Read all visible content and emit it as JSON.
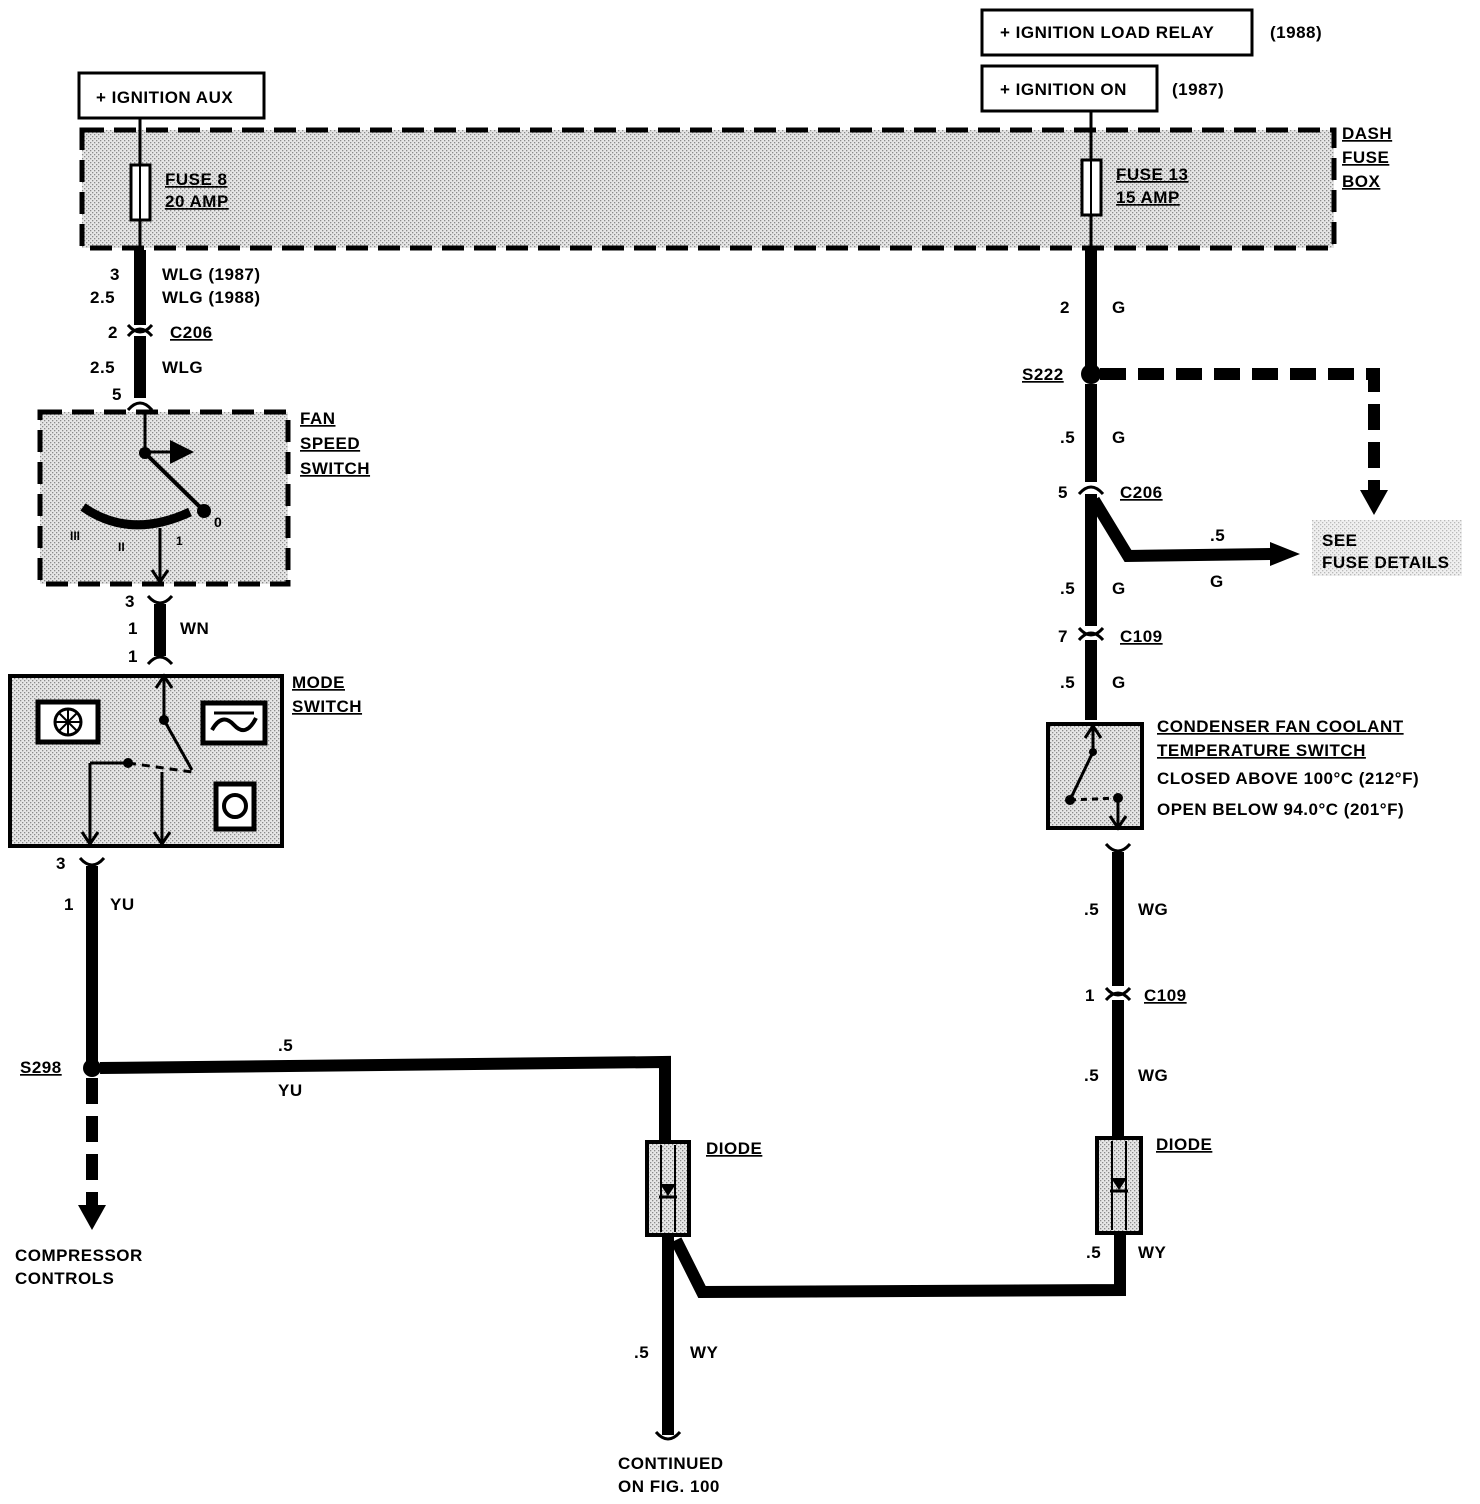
{
  "sources": {
    "ignition_aux": "+ IGNITION AUX",
    "ignition_load_relay": "+ IGNITION LOAD RELAY",
    "ignition_load_relay_year": "(1988)",
    "ignition_on": "+ IGNITION ON",
    "ignition_on_year": "(1987)"
  },
  "fuse_box": {
    "label_line1": "DASH",
    "label_line2": "FUSE",
    "label_line3": "BOX",
    "fuse8_line1": "FUSE 8",
    "fuse8_line2": "20 AMP",
    "fuse13_line1": "FUSE 13",
    "fuse13_line2": "15 AMP"
  },
  "left_wires": {
    "w1_size_a": "3",
    "w1_color_a": "WLG (1987)",
    "w1_size_b": "2.5",
    "w1_color_b": "WLG (1988)",
    "c206_pin": "2",
    "c206_label": "C206",
    "w2_size": "2.5",
    "w2_color": "WLG",
    "fan_in_pin": "5",
    "fan_out_pin": "3",
    "wn_size": "1",
    "wn_color": "WN",
    "mode_in_pin": "1",
    "mode_out_pin": "3",
    "yu_size": "1",
    "yu_color": "YU",
    "s298": "S298",
    "s298_branch_size": ".5",
    "s298_branch_color": "YU",
    "compressor_line1": "COMPRESSOR",
    "compressor_line2": "CONTROLS"
  },
  "fan_speed_switch": {
    "line1": "FAN",
    "line2": "SPEED",
    "line3": "SWITCH",
    "pos_0": "0",
    "pos_1": "1",
    "pos_2": "II",
    "pos_3": "III"
  },
  "mode_switch": {
    "line1": "MODE",
    "line2": "SWITCH"
  },
  "right_wires": {
    "g_size": "2",
    "g_color": "G",
    "s222": "S222",
    "g2_size": ".5",
    "g2_color": "G",
    "c206_pin": "5",
    "c206_label": "C206",
    "branch_size": ".5",
    "branch_color": "G",
    "see_line1": "SEE",
    "see_line2": "FUSE DETAILS",
    "g3_size": ".5",
    "g3_color": "G",
    "c109_pin_a": "7",
    "c109_label_a": "C109",
    "g4_size": ".5",
    "g4_color": "G",
    "wg_size_a": ".5",
    "wg_color_a": "WG",
    "c109_pin_b": "1",
    "c109_label_b": "C109",
    "wg_size_b": ".5",
    "wg_color_b": "WG",
    "wy_size_r": ".5",
    "wy_color_r": "WY"
  },
  "condenser_switch": {
    "line1": "CONDENSER FAN COOLANT",
    "line2": "TEMPERATURE SWITCH",
    "line3": "CLOSED ABOVE 100°C (212°F)",
    "line4": "OPEN BELOW 94.0°C (201°F)"
  },
  "diodes": {
    "left": "DIODE",
    "right": "DIODE"
  },
  "bottom": {
    "wy_size": ".5",
    "wy_color": "WY",
    "continued_line1": "CONTINUED",
    "continued_line2": "ON FIG. 100"
  }
}
